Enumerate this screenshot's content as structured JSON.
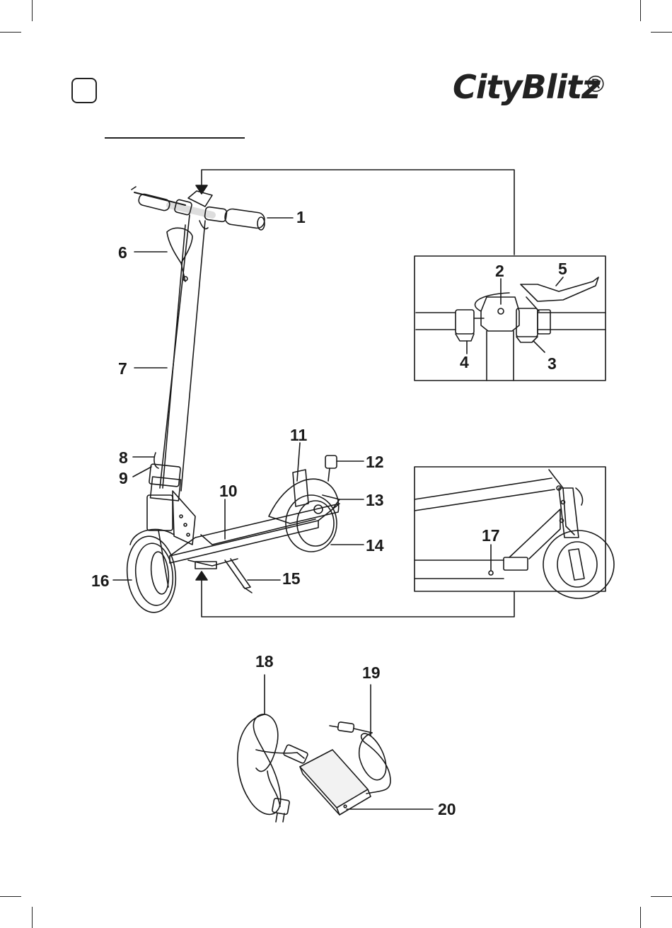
{
  "brand": {
    "logo_text": "CityBlitz",
    "registered_mark": "®"
  },
  "callouts": {
    "c1": "1",
    "c2": "2",
    "c3": "3",
    "c4": "4",
    "c5": "5",
    "c6": "6",
    "c7": "7",
    "c8": "8",
    "c9": "9",
    "c10": "10",
    "c11": "11",
    "c12": "12",
    "c13": "13",
    "c14": "14",
    "c15": "15",
    "c16": "16",
    "c17": "17",
    "c18": "18",
    "c19": "19",
    "c20": "20"
  },
  "colors": {
    "ink": "#1a1a1a",
    "paper": "#ffffff",
    "fill_light": "#f2f2f2"
  }
}
